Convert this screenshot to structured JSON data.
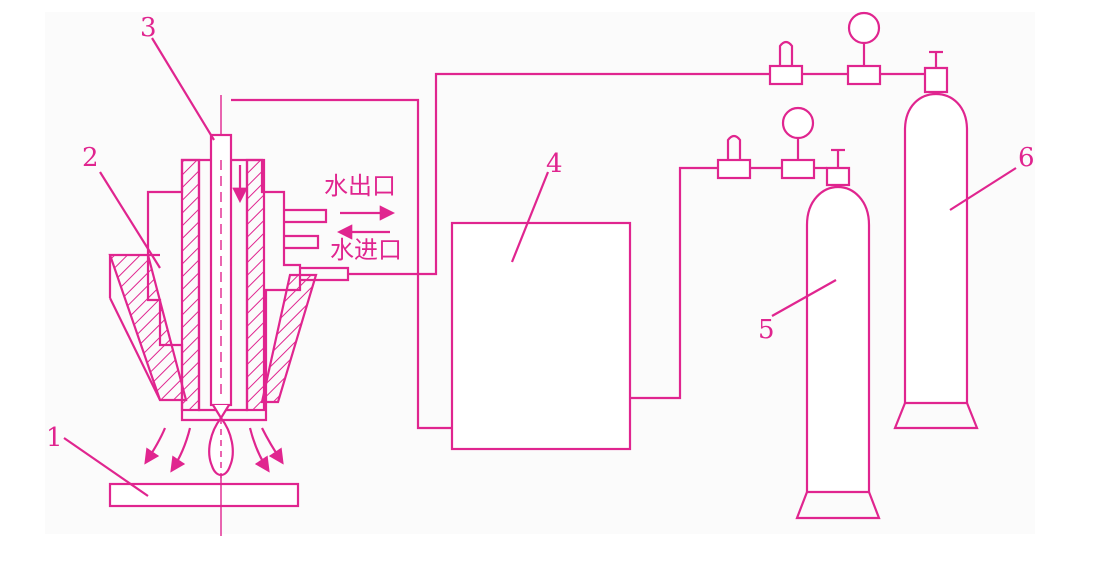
{
  "colors": {
    "line": "#e0258f",
    "background": "#ffffff",
    "panel": "#fbfbfb"
  },
  "labels": {
    "n1": "1",
    "n2": "2",
    "n3": "3",
    "n4": "4",
    "n5": "5",
    "n6": "6",
    "water_out": "水出口",
    "water_in": "水进口"
  }
}
